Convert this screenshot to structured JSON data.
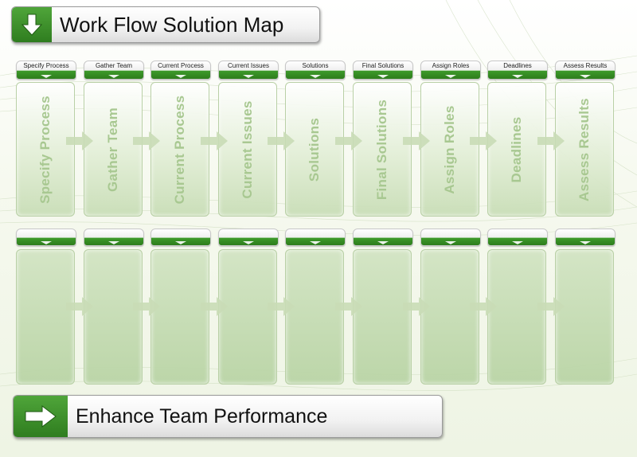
{
  "title": {
    "text": "Work Flow Solution Map",
    "icon": "down-arrow-icon"
  },
  "footer": {
    "text": "Enhance Team Performance",
    "icon": "right-arrow-icon"
  },
  "steps": [
    {
      "header": "Specify Process",
      "label": "Specify Process"
    },
    {
      "header": "Gather Team",
      "label": "Gather Team"
    },
    {
      "header": "Current Process",
      "label": "Current Process"
    },
    {
      "header": "Current Issues",
      "label": "Current Issues"
    },
    {
      "header": "Solutions",
      "label": "Solutions"
    },
    {
      "header": "Final Solutions",
      "label": "Final Solutions"
    },
    {
      "header": "Assign Roles",
      "label": "Assign Roles"
    },
    {
      "header": "Deadlines",
      "label": "Deadlines"
    },
    {
      "header": "Assess Results",
      "label": "Assess Results"
    }
  ],
  "colors": {
    "accent_green": "#2f7d1f",
    "box_text": "#a8c891",
    "arrow": "#c9dcb6"
  }
}
